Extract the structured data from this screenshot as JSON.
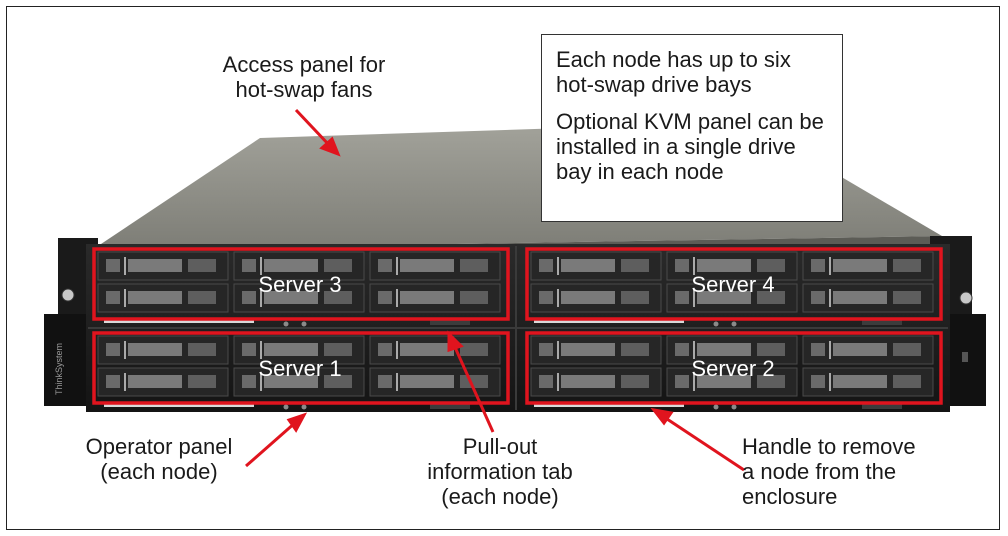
{
  "labels": {
    "access_panel": [
      "Access panel for",
      "hot-swap fans"
    ],
    "operator_panel": [
      "Operator panel",
      "(each node)"
    ],
    "pullout_tab": [
      "Pull-out",
      "information tab",
      "(each node)"
    ],
    "handle": [
      "Handle to remove",
      "a node from the",
      "enclosure"
    ]
  },
  "infobox": {
    "line1": "Each node has up to six hot-swap drive bays",
    "line2": "Optional KVM panel can be installed in a single drive bay in each node"
  },
  "servers": [
    "Server 3",
    "Server 4",
    "Server 1",
    "Server 2"
  ],
  "brand_side_text": "ThinkSystem",
  "colors": {
    "highlight": "#e0141e",
    "arrow": "#e0141e",
    "chassis_dark": "#1c1c1c",
    "top_cover": "#8e8e86"
  }
}
